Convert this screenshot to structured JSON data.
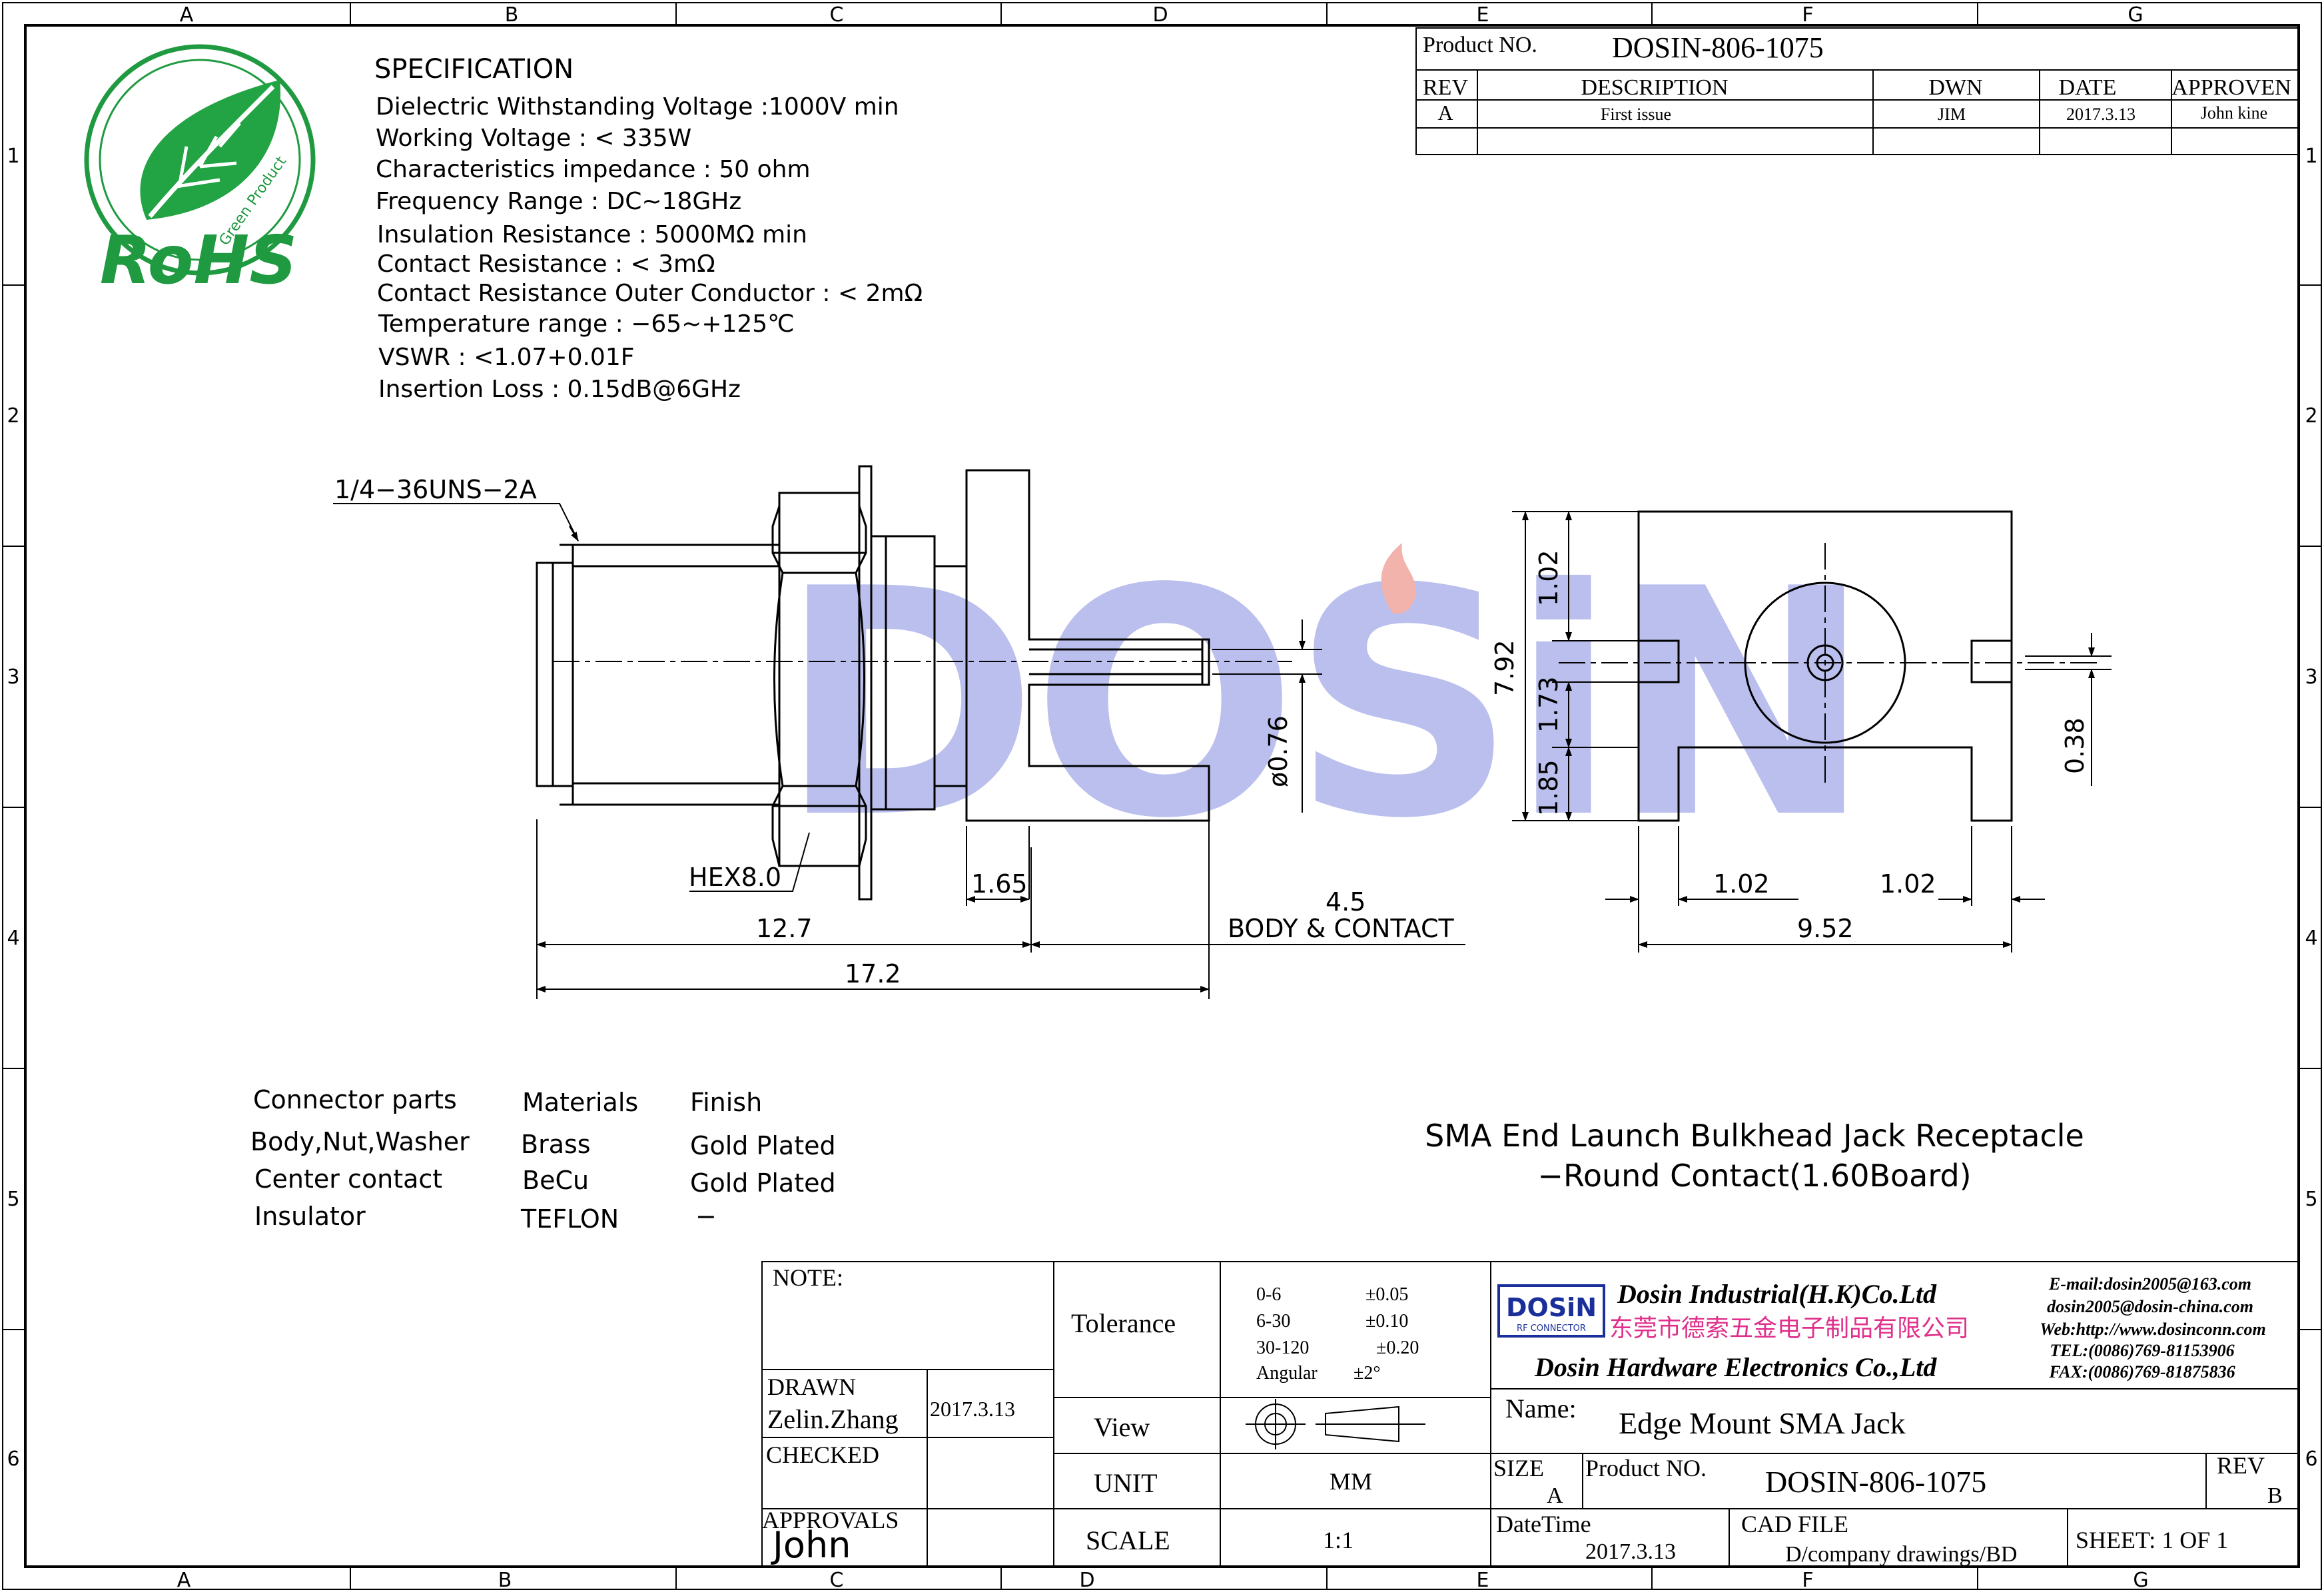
{
  "border": {
    "columns": [
      "A",
      "B",
      "C",
      "D",
      "E",
      "F",
      "G"
    ],
    "bottom_columns": [
      "A",
      "B",
      "C",
      "D",
      "E",
      "F",
      "G"
    ],
    "rows": [
      "1",
      "2",
      "3",
      "4",
      "5",
      "6"
    ]
  },
  "logo": {
    "rohs": "RoHS",
    "green_product": "Green Product"
  },
  "watermark": {
    "text": "DOSiN"
  },
  "spec": {
    "title": "SPECIFICATION",
    "lines": [
      "Dielectric Withstanding Voltage :1000V min",
      "Working Voltage : < 335W",
      "Characteristics impedance : 50 ohm",
      "Frequency Range : DC~18GHz",
      "Insulation Resistance : 5000MΩ min",
      "Contact Resistance : < 3mΩ",
      "Contact Resistance Outer Conductor : < 2mΩ",
      "Temperature range : −65~+125℃",
      "VSWR : <1.07+0.01F",
      "Insertion Loss : 0.15dB@6GHz"
    ]
  },
  "revision": {
    "product_label": "Product NO.",
    "product_no": "DOSIN-806-1075",
    "headers": [
      "REV",
      "DESCRIPTION",
      "DWN",
      "DATE",
      "APPROVEN"
    ],
    "row": [
      "A",
      "First issue",
      "JIM",
      "2017.3.13",
      "John kine"
    ]
  },
  "dims": {
    "thread": "1/4−36UNS−2A",
    "hex": "HEX8.0",
    "d1_65": "1.65",
    "d12_7": "12.7",
    "d17_2": "17.2",
    "d4_5": "4.5",
    "body_contact": "BODY & CONTACT",
    "dia": "ø0.76",
    "h7_92": "7.92",
    "h1_02": "1.02",
    "h1_73": "1.73",
    "h1_85": "1.85",
    "h0_38": "0.38",
    "w1_02a": "1.02",
    "w1_02b": "1.02",
    "w9_52": "9.52"
  },
  "materials": {
    "headers": [
      "Connector parts",
      "Materials",
      "Finish"
    ],
    "rows": [
      [
        "Body,Nut,Washer",
        "Brass",
        "Gold Plated"
      ],
      [
        "Center contact",
        "BeCu",
        "Gold Plated"
      ],
      [
        "Insulator",
        "TEFLON",
        "−"
      ]
    ]
  },
  "product_desc": {
    "line1": "SMA End Launch Bulkhead Jack Receptacle",
    "line2": "−Round Contact(1.60Board)"
  },
  "title_block": {
    "note": "NOTE:",
    "drawn": "DRAWN",
    "drawn_by": "Zelin.Zhang",
    "drawn_date": "2017.3.13",
    "checked": "CHECKED",
    "approvals": "APPROVALS",
    "approved_by": "John",
    "tolerance_label": "Tolerance",
    "tolerances": [
      [
        "0-6",
        "±0.05"
      ],
      [
        "6-30",
        "±0.10"
      ],
      [
        "30-120",
        "±0.20"
      ],
      [
        "Angular",
        "±2°"
      ]
    ],
    "view_label": "View",
    "unit_label": "UNIT",
    "unit": "MM",
    "scale_label": "SCALE",
    "scale": "1:1",
    "company_logo": "DOSiN",
    "company_logo_sub": "RF CONNECTOR",
    "company_hk": "Dosin Industrial(H.K)Co.Ltd",
    "company_cn": "东莞市德索五金电子制品有限公司",
    "company_hw": "Dosin Hardware Electronics Co.,Ltd",
    "contact": [
      "E-mail:dosin2005@163.com",
      "dosin2005@dosin-china.com",
      "Web:http://www.dosinconn.com",
      "TEL:(0086)769-81153906",
      "FAX:(0086)769-81875836"
    ],
    "name_label": "Name:",
    "name": "Edge Mount SMA Jack",
    "size_label": "SIZE",
    "size": "A",
    "product_label": "Product NO.",
    "product_no": "DOSIN-806-1075",
    "rev_label": "REV",
    "rev": "B",
    "datetime_label": "DateTime",
    "datetime": "2017.3.13",
    "cad_label": "CAD FILE",
    "cad": "D/company drawings/BD",
    "sheet": "SHEET:  1 OF 1"
  }
}
